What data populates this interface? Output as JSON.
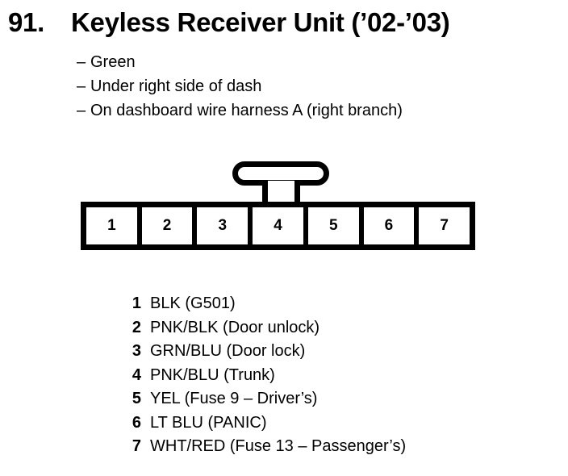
{
  "header": {
    "entry_number": "91.",
    "title": "Keyless Receiver Unit (’02-’03)"
  },
  "notes": [
    {
      "dash": "–",
      "text": "Green"
    },
    {
      "dash": "–",
      "text": "Under right side of dash"
    },
    {
      "dash": "–",
      "text": "On dashboard wire harness A (right branch)"
    }
  ],
  "connector": {
    "pins": [
      "1",
      "2",
      "3",
      "4",
      "5",
      "6",
      "7"
    ]
  },
  "legend": [
    {
      "num": "1",
      "desc": "BLK (G501)"
    },
    {
      "num": "2",
      "desc": "PNK/BLK (Door unlock)"
    },
    {
      "num": "3",
      "desc": "GRN/BLU (Door lock)"
    },
    {
      "num": "4",
      "desc": "PNK/BLU (Trunk)"
    },
    {
      "num": "5",
      "desc": "YEL (Fuse 9 – Driver’s)"
    },
    {
      "num": "6",
      "desc": "LT BLU (PANIC)"
    },
    {
      "num": "7",
      "desc": "WHT/RED (Fuse 13 – Passenger’s)"
    }
  ],
  "colors": {
    "ink": "#000000",
    "background": "#ffffff"
  }
}
